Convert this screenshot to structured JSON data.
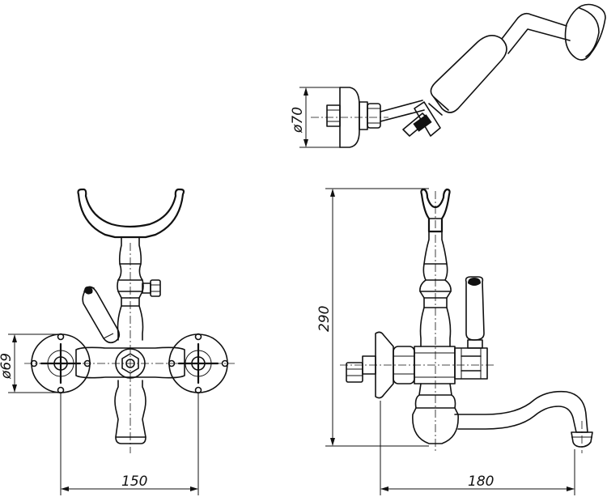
{
  "dimensions": {
    "shower_head_diameter": "ø70",
    "flange_diameter": "ø69",
    "height": "290",
    "spacing": "150",
    "spout_reach": "180"
  }
}
